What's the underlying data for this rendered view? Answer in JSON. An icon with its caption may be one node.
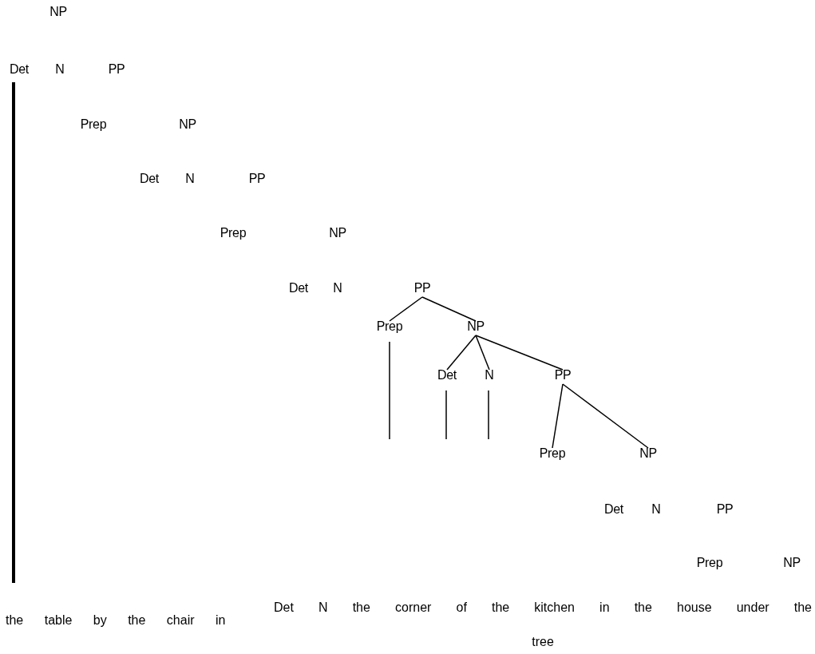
{
  "diagram": {
    "nodes": [
      {
        "text": [
          "NP"
        ]
      },
      {
        "text": [
          "Det"
        ]
      },
      {
        "text": [
          "N"
        ]
      },
      {
        "text": [
          "PP"
        ]
      },
      {
        "text": [
          "Prep"
        ]
      },
      {
        "text": [
          "NP"
        ]
      },
      {
        "text": [
          "Det"
        ]
      },
      {
        "text": [
          "N"
        ]
      },
      {
        "text": [
          "PP"
        ]
      },
      {
        "text": [
          "Prep"
        ]
      },
      {
        "text": [
          "NP"
        ]
      },
      {
        "text": [
          "Det"
        ]
      },
      {
        "text": [
          "N"
        ]
      },
      {
        "text": [
          "PP"
        ]
      },
      {
        "text": [
          "Prep"
        ]
      },
      {
        "text": [
          "NP"
        ]
      },
      {
        "text": [
          "Det"
        ]
      },
      {
        "text": [
          "N"
        ]
      },
      {
        "text": [
          "PP"
        ]
      },
      {
        "text": [
          "Prep"
        ]
      },
      {
        "text": [
          "NP"
        ]
      },
      {
        "text": [
          "Det"
        ]
      },
      {
        "text": [
          "N"
        ]
      },
      {
        "text": [
          "PP"
        ]
      },
      {
        "text": [
          "Prep"
        ]
      },
      {
        "text": [
          "NP"
        ]
      }
    ],
    "edges": [
      {
        "from": 1,
        "to": null,
        "arrow": "none",
        "style": "thick"
      },
      {
        "from": 13,
        "to": 14,
        "arrow": "none"
      },
      {
        "from": 13,
        "to": 15,
        "arrow": "none"
      },
      {
        "from": 14,
        "to": null,
        "arrow": "none"
      },
      {
        "from": 15,
        "to": 16,
        "arrow": "none"
      },
      {
        "from": 15,
        "to": 17,
        "arrow": "none"
      },
      {
        "from": 15,
        "to": 18,
        "arrow": "none"
      },
      {
        "from": 16,
        "to": null,
        "arrow": "none"
      },
      {
        "from": 17,
        "to": null,
        "arrow": "none"
      },
      {
        "from": 18,
        "to": 19,
        "arrow": "none"
      },
      {
        "from": 18,
        "to": 20,
        "arrow": "none"
      }
    ],
    "labels": [
      "the table by the chair in",
      "Det N the corner of the kitchen in the house under the tree"
    ]
  }
}
